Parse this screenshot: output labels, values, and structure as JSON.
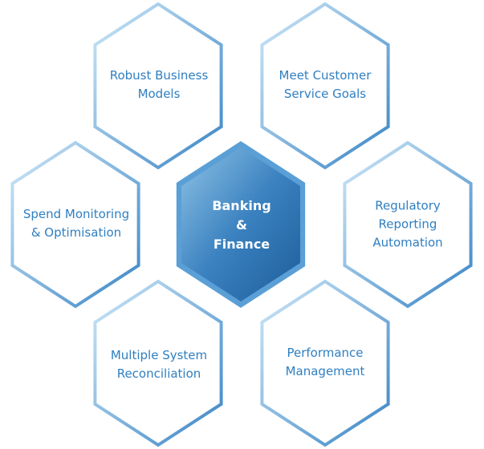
{
  "colors": {
    "text": "#2f7fc1",
    "stroke_light": "#c6e3f7",
    "stroke_dark": "#3a85c5",
    "center_fill": "#2f74b3"
  },
  "center": {
    "line1": "Banking",
    "line2": "&",
    "line3": "Finance"
  },
  "hexagons": [
    {
      "line1": "Robust Business",
      "line2": "Models"
    },
    {
      "line1": "Meet Customer",
      "line2": "Service Goals"
    },
    {
      "line1": "Spend Monitoring",
      "line2": "& Optimisation"
    },
    {
      "line1": "Regulatory",
      "line2": "Reporting",
      "line3": "Automation"
    },
    {
      "line1": "Multiple System",
      "line2": "Reconciliation"
    },
    {
      "line1": "Performance",
      "line2": "Management"
    }
  ]
}
